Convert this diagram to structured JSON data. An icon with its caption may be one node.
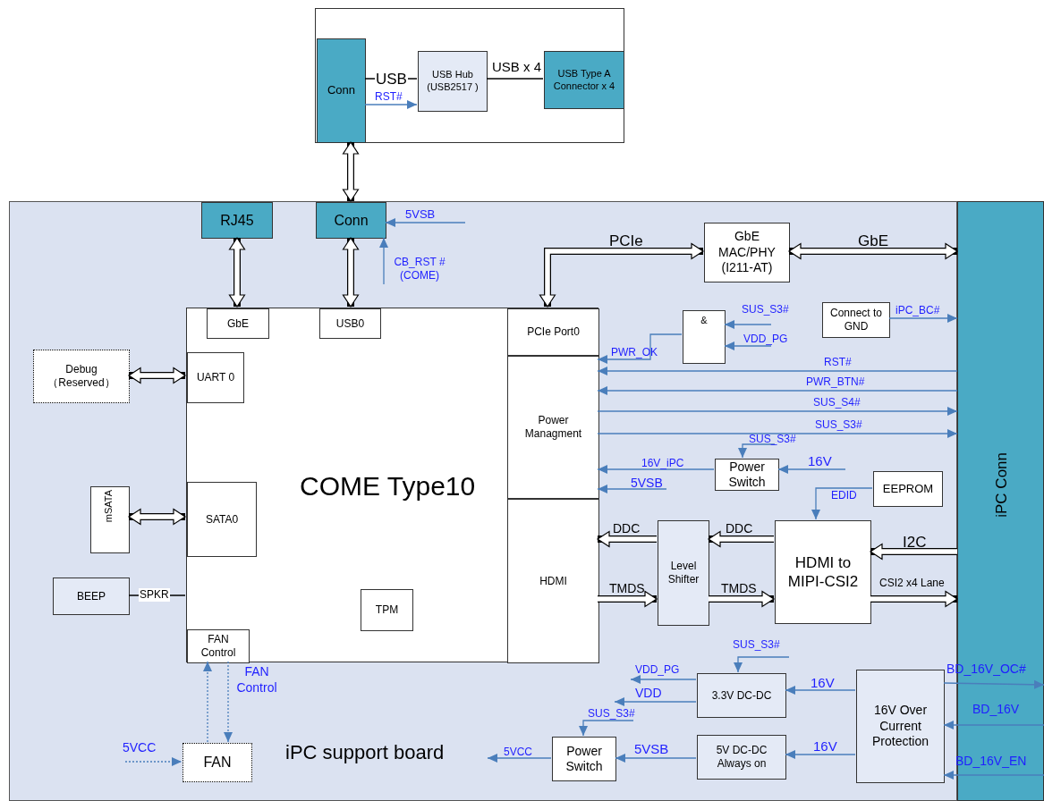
{
  "diagram": {
    "nodes": [
      {
        "text": [],
        "shape": "box"
      },
      {
        "text": [
          "Conn"
        ],
        "in": 0
      },
      {
        "text": [
          "USB Hub (USB2517 )"
        ],
        "in": 0
      },
      {
        "text": [
          "USB Type A Connector x 4"
        ],
        "in": 0
      },
      {
        "text": [
          "iPC support board"
        ]
      },
      {
        "text": [
          "RJ45"
        ],
        "in": 4
      },
      {
        "text": [
          "Conn"
        ],
        "in": 4
      },
      {
        "text": [
          "COME Type10"
        ],
        "in": 4
      },
      {
        "text": [
          "GbE"
        ],
        "in": 7
      },
      {
        "text": [
          "USB0"
        ],
        "in": 7
      },
      {
        "text": [
          "UART 0"
        ],
        "in": 7
      },
      {
        "text": [
          "SATA0"
        ],
        "in": 7
      },
      {
        "text": [
          "TPM"
        ],
        "in": 7
      },
      {
        "text": [
          "FAN Control"
        ],
        "in": 7
      },
      {
        "text": [
          "PCIe Port0"
        ],
        "in": 7
      },
      {
        "text": [
          "Power Managment"
        ],
        "in": 7
      },
      {
        "text": [
          "HDMI"
        ],
        "in": 7
      },
      {
        "text": [
          "Debug （Reserved）"
        ],
        "in": 4
      },
      {
        "text": [
          "mSATA"
        ],
        "in": 4
      },
      {
        "text": [
          "BEEP"
        ],
        "in": 4
      },
      {
        "text": [
          "FAN"
        ],
        "in": 4
      },
      {
        "text": [
          "GbE MAC/PHY (I211-AT)"
        ],
        "in": 4
      },
      {
        "text": [
          "&"
        ],
        "in": 4
      },
      {
        "text": [
          "Connect to GND"
        ],
        "in": 4
      },
      {
        "text": [
          "Power Switch"
        ],
        "in": 4
      },
      {
        "text": [
          "EEPROM"
        ],
        "in": 4
      },
      {
        "text": [
          "Level Shifter"
        ],
        "in": 4
      },
      {
        "text": [
          "HDMI to MIPI-CSI2"
        ],
        "in": 4
      },
      {
        "text": [
          "3.3V DC-DC"
        ],
        "in": 4
      },
      {
        "text": [
          "5V DC-DC Always on"
        ],
        "in": 4
      },
      {
        "text": [
          "16V Over Current Protection"
        ],
        "in": 4
      },
      {
        "text": [
          "Power Switch"
        ],
        "in": 4
      },
      {
        "text": [
          "iPC Conn"
        ]
      }
    ],
    "edges": [
      {
        "from": 1,
        "to": 2,
        "arrow": "none",
        "label": "USB",
        "color": "#000000"
      },
      {
        "from": 1,
        "to": 2,
        "arrow": "to",
        "label": "RST#"
      },
      {
        "from": 2,
        "to": 3,
        "arrow": "none",
        "label": "USB x 4",
        "color": "#000000"
      },
      {
        "from": 1,
        "to": 6,
        "arrow": "both",
        "style": "thick",
        "color": "#000000"
      },
      {
        "from": 5,
        "to": 8,
        "arrow": "both",
        "style": "thick",
        "color": "#000000"
      },
      {
        "from": 6,
        "to": 9,
        "arrow": "both",
        "style": "thick",
        "color": "#000000"
      },
      {
        "from": null,
        "to": 6,
        "arrow": "to",
        "label": "5VSB"
      },
      {
        "from": null,
        "to": 6,
        "arrow": "to",
        "label": "CB_RST #(COME)"
      },
      {
        "from": 14,
        "to": 21,
        "arrow": "both",
        "style": "thick",
        "label": "PCIe",
        "color": "#000000"
      },
      {
        "from": 21,
        "to": 32,
        "arrow": "both",
        "style": "thick",
        "label": "GbE",
        "color": "#000000"
      },
      {
        "from": 17,
        "to": 10,
        "arrow": "both",
        "style": "thick",
        "color": "#000000"
      },
      {
        "from": 18,
        "to": 11,
        "arrow": "both",
        "style": "thick",
        "color": "#000000"
      },
      {
        "from": 19,
        "to": 7,
        "arrow": "none",
        "label": "SPKR",
        "color": "#000000"
      },
      {
        "from": 20,
        "to": 13,
        "arrow": "to",
        "style": "dashed"
      },
      {
        "from": 13,
        "to": 20,
        "arrow": "to",
        "style": "dashed",
        "label": "FAN Control"
      },
      {
        "from": null,
        "to": 20,
        "arrow": "to",
        "style": "dashed",
        "label": "5VCC"
      },
      {
        "from": 22,
        "to": 15,
        "arrow": "to",
        "label": "PWR_OK"
      },
      {
        "from": null,
        "to": 22,
        "arrow": "to",
        "label": "SUS_S3#"
      },
      {
        "from": null,
        "to": 22,
        "arrow": "to",
        "label": "VDD_PG"
      },
      {
        "from": 23,
        "to": 32,
        "arrow": "to",
        "label": "iPC_BC#"
      },
      {
        "from": 32,
        "to": 15,
        "arrow": "to",
        "label": "RST#"
      },
      {
        "from": 32,
        "to": 15,
        "arrow": "to",
        "label": "PWR_BTN#"
      },
      {
        "from": 15,
        "to": 32,
        "arrow": "to",
        "label": "SUS_S4#"
      },
      {
        "from": 15,
        "to": 32,
        "arrow": "to",
        "label": "SUS_S3#"
      },
      {
        "from": null,
        "to": 24,
        "arrow": "to",
        "label": "SUS_S3#"
      },
      {
        "from": 24,
        "to": 15,
        "arrow": "to",
        "label": "16V_iPC"
      },
      {
        "from": null,
        "to": 24,
        "arrow": "to",
        "label": "16V"
      },
      {
        "from": null,
        "to": 15,
        "arrow": "to",
        "label": "5VSB"
      },
      {
        "from": 25,
        "to": 27,
        "arrow": "to",
        "label": "EDID"
      },
      {
        "from": 27,
        "to": 26,
        "arrow": "to",
        "style": "thick",
        "label": "DDC",
        "color": "#000000"
      },
      {
        "from": 26,
        "to": 16,
        "arrow": "to",
        "style": "thick",
        "label": "DDC",
        "color": "#000000"
      },
      {
        "from": 16,
        "to": 26,
        "arrow": "to",
        "style": "thick",
        "label": "TMDS",
        "color": "#000000"
      },
      {
        "from": 26,
        "to": 27,
        "arrow": "to",
        "style": "thick",
        "label": "TMDS",
        "color": "#000000"
      },
      {
        "from": 32,
        "to": 27,
        "arrow": "to",
        "style": "thick",
        "label": "I2C",
        "color": "#000000"
      },
      {
        "from": 27,
        "to": 32,
        "arrow": "to",
        "style": "thick",
        "label": "CSI2 x4 Lane",
        "color": "#000000"
      },
      {
        "from": null,
        "to": 28,
        "arrow": "to",
        "label": "SUS_S3#"
      },
      {
        "from": 28,
        "to": null,
        "arrow": "to",
        "label": "VDD_PG"
      },
      {
        "from": 28,
        "to": null,
        "arrow": "to",
        "label": "VDD"
      },
      {
        "from": null,
        "to": 31,
        "arrow": "to",
        "label": "SUS_S3#"
      },
      {
        "from": 30,
        "to": 28,
        "arrow": "to",
        "label": "16V"
      },
      {
        "from": 30,
        "to": 29,
        "arrow": "to",
        "label": "16V"
      },
      {
        "from": 29,
        "to": 31,
        "arrow": "to",
        "label": "5VSB"
      },
      {
        "from": 31,
        "to": null,
        "arrow": "to",
        "label": "5VCC"
      },
      {
        "from": 30,
        "to": 32,
        "arrow": "to",
        "label": "BD_16V_OC#"
      },
      {
        "from": 32,
        "to": 30,
        "arrow": "to",
        "label": "BD_16V"
      },
      {
        "from": 32,
        "to": 30,
        "arrow": "to",
        "label": "BD_16V_EN"
      }
    ]
  }
}
